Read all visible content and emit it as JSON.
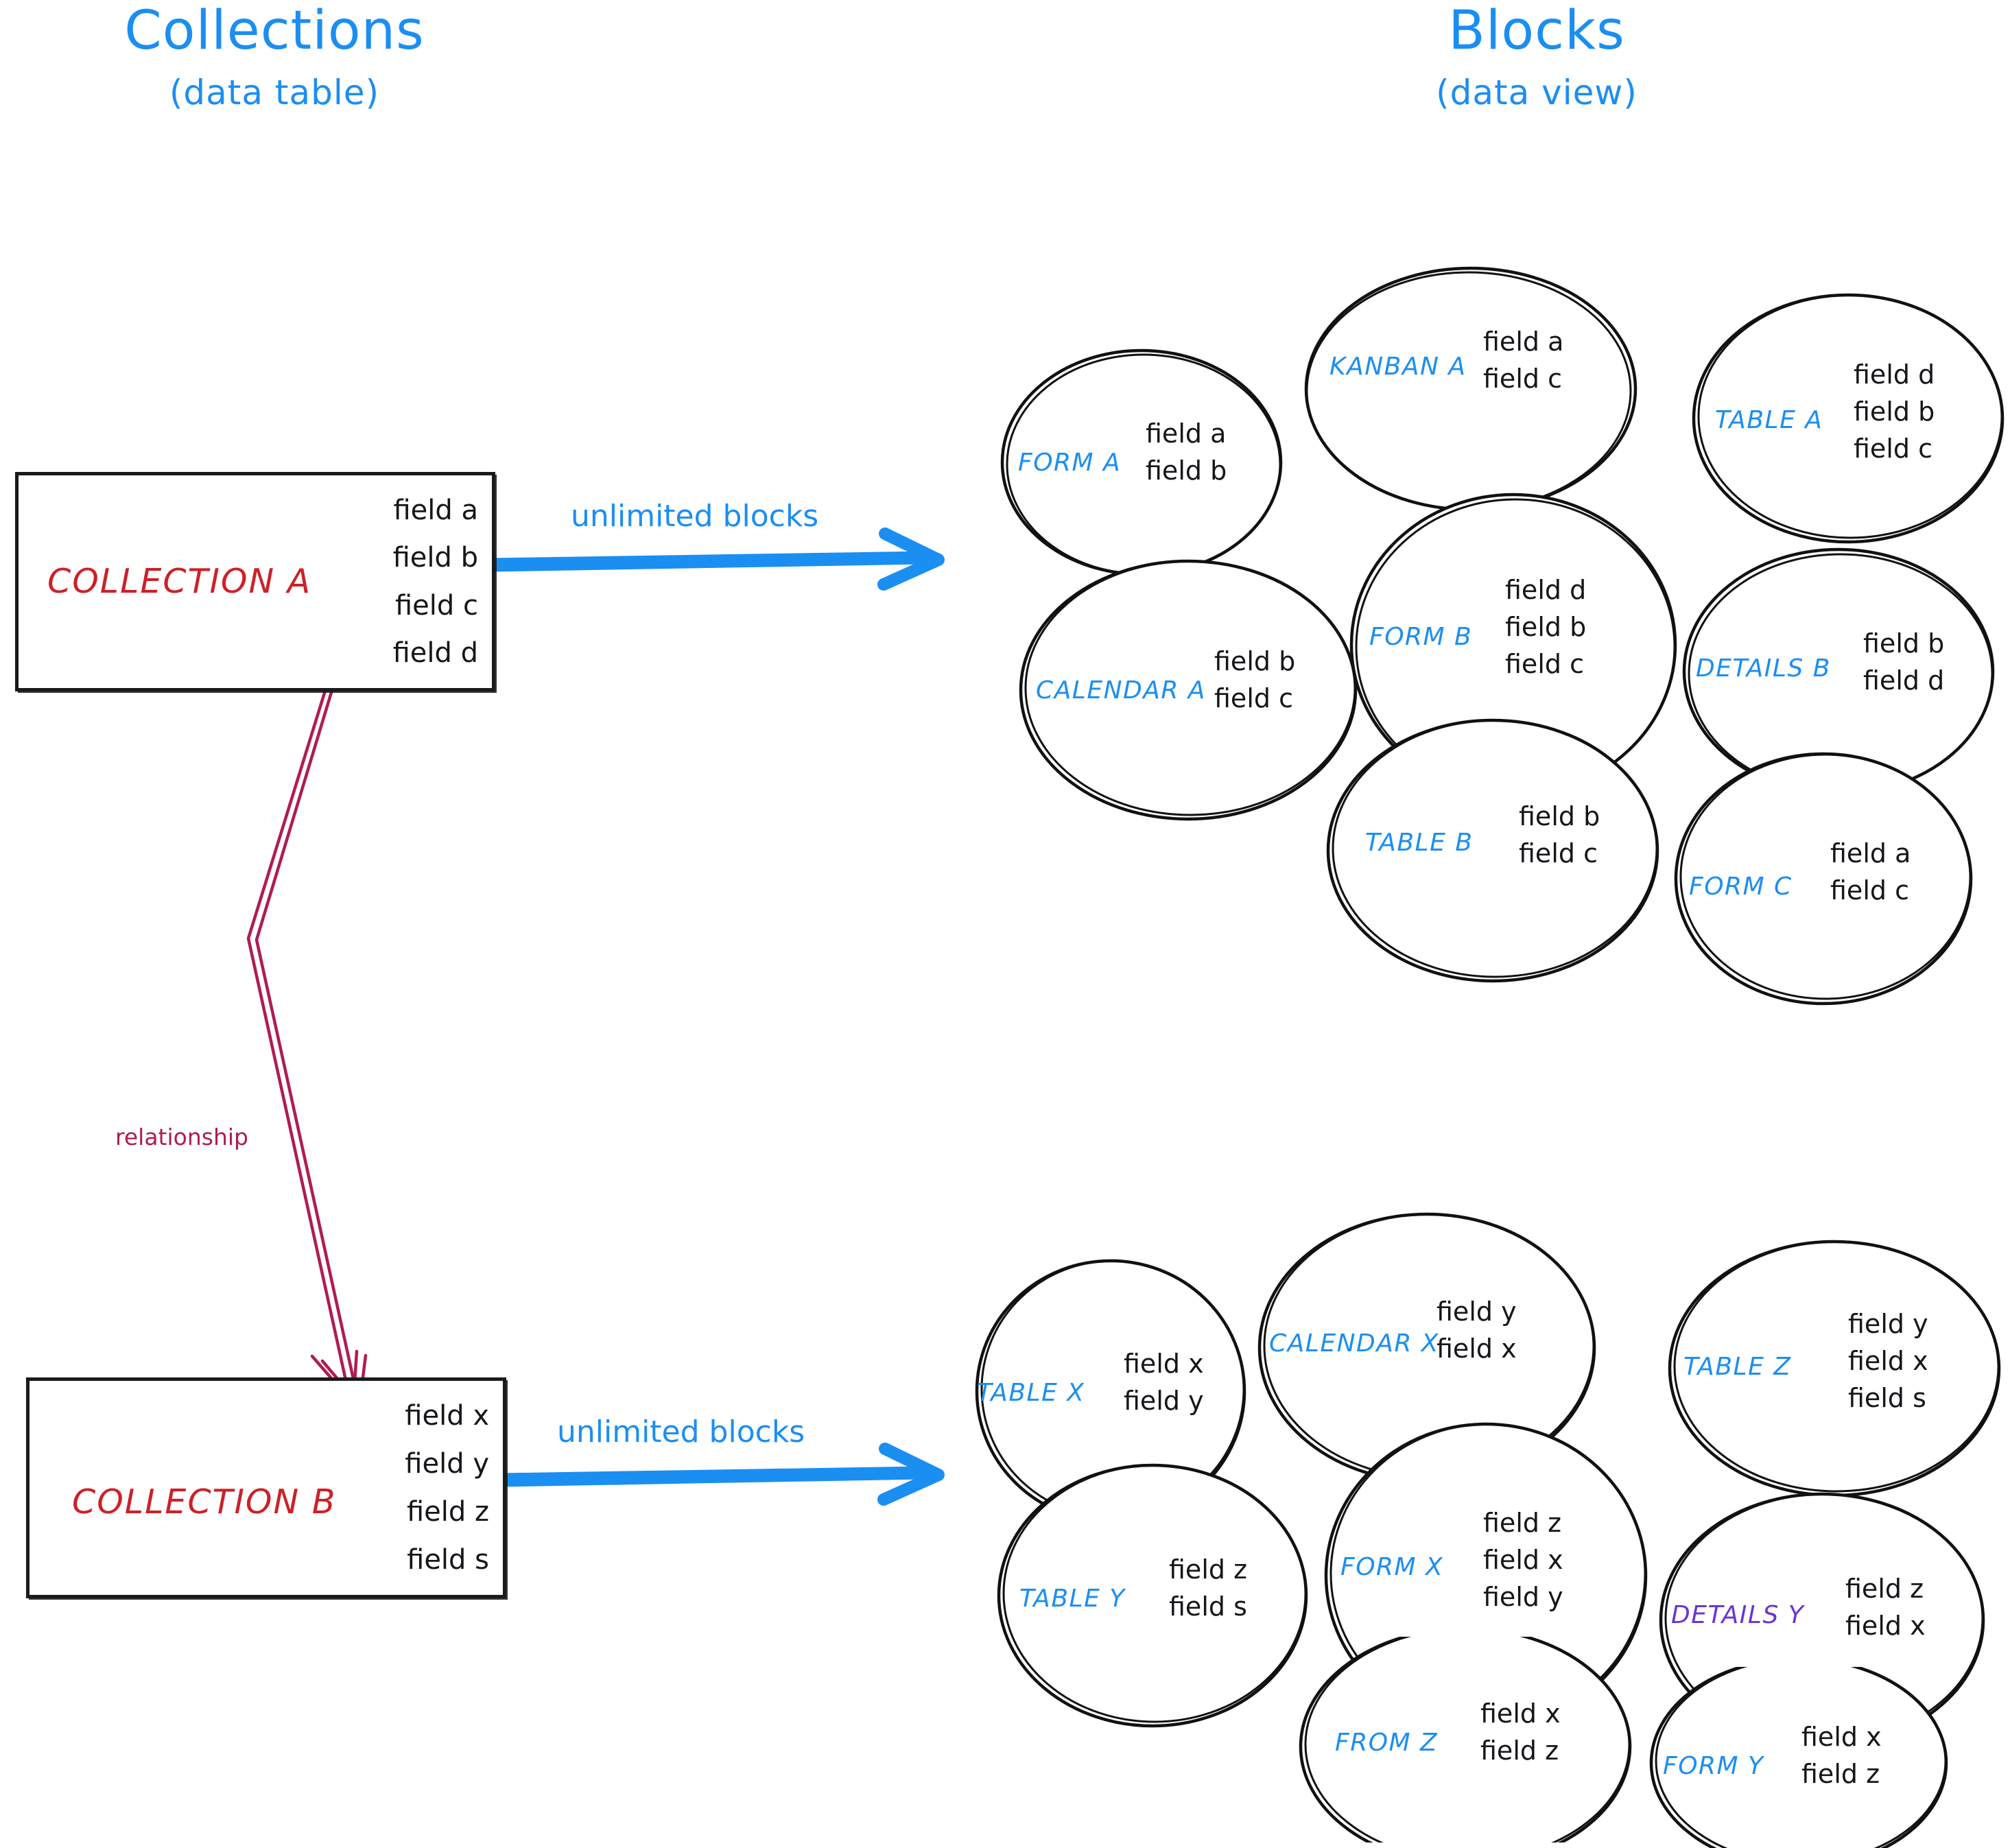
{
  "headings": {
    "left": {
      "main": "Collections",
      "sub": "(data table)"
    },
    "right": {
      "main": "Blocks",
      "sub": "(data view)"
    }
  },
  "colors": {
    "accent_blue": "#1b8ef2",
    "collection_red": "#cc2127",
    "relationship_crimson": "#b01b54",
    "details_purple": "#6c33d4",
    "stroke_black": "#1a1a1a",
    "background": "#ffffff"
  },
  "collections": [
    {
      "name": "COLLECTION A",
      "fields": [
        "field a",
        "field b",
        "field c",
        "field d"
      ]
    },
    {
      "name": "COLLECTION B",
      "fields": [
        "field x",
        "field y",
        "field z",
        "field s"
      ]
    }
  ],
  "connectors": {
    "unlimited_a": "unlimited blocks",
    "unlimited_b": "unlimited blocks",
    "relationship": "relationship"
  },
  "blocks_top": [
    {
      "name": "FORM A",
      "fields": [
        "field a",
        "field b"
      ]
    },
    {
      "name": "KANBAN A",
      "fields": [
        "field a",
        "field c"
      ]
    },
    {
      "name": "TABLE A",
      "fields": [
        "field d",
        "field b",
        "field c"
      ]
    },
    {
      "name": "CALENDAR A",
      "fields": [
        "field b",
        "field c"
      ]
    },
    {
      "name": "FORM B",
      "fields": [
        "field d",
        "field b",
        "field c"
      ]
    },
    {
      "name": "DETAILS B",
      "fields": [
        "field b",
        "field d"
      ]
    },
    {
      "name": "TABLE B",
      "fields": [
        "field b",
        "field c"
      ]
    },
    {
      "name": "FORM C",
      "fields": [
        "field a",
        "field c"
      ]
    }
  ],
  "blocks_bottom": [
    {
      "name": "TABLE X",
      "fields": [
        "field x",
        "field y"
      ]
    },
    {
      "name": "CALENDAR X",
      "fields": [
        "field y",
        "field x"
      ]
    },
    {
      "name": "TABLE Z",
      "fields": [
        "field y",
        "field x",
        "field s"
      ]
    },
    {
      "name": "TABLE Y",
      "fields": [
        "field z",
        "field s"
      ]
    },
    {
      "name": "FORM X",
      "fields": [
        "field z",
        "field x",
        "field y"
      ]
    },
    {
      "name": "DETAILS Y",
      "fields": [
        "field z",
        "field x"
      ]
    },
    {
      "name": "FROM Z",
      "fields": [
        "field x",
        "field z"
      ]
    },
    {
      "name": "FORM Y",
      "fields": [
        "field x",
        "field z"
      ]
    }
  ]
}
